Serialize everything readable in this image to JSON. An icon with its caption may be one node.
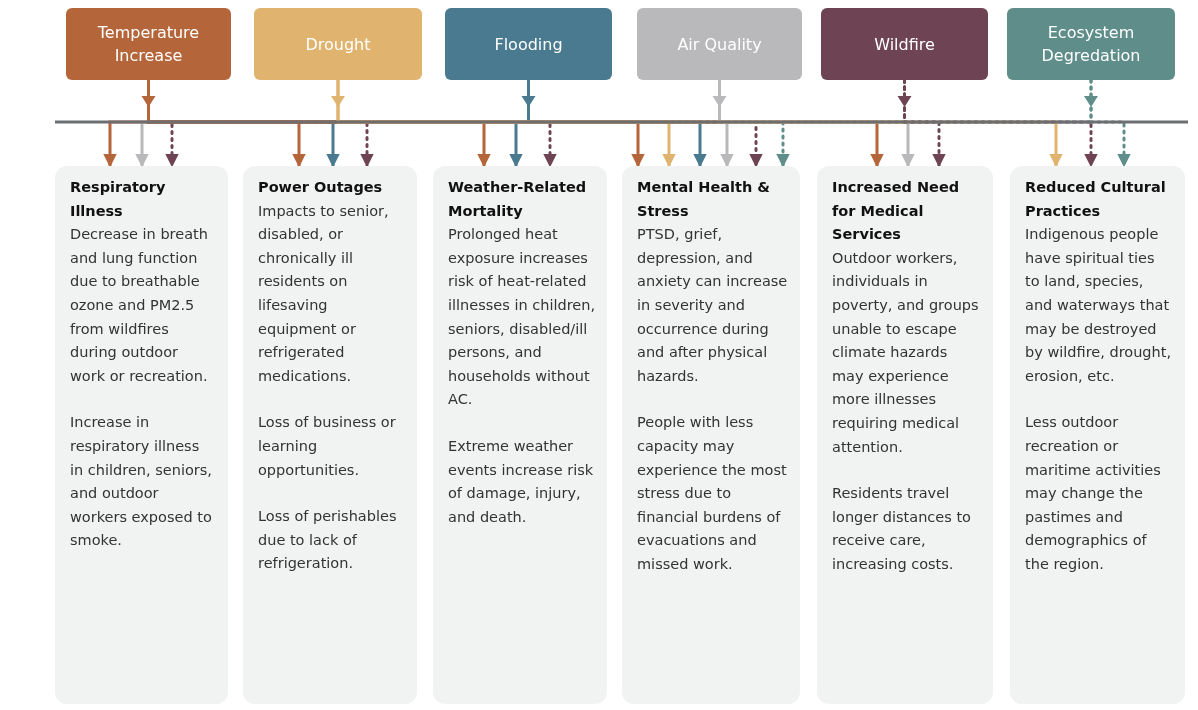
{
  "diagram": {
    "nodes": [
      {
        "text": [
          "Temperature Increase"
        ]
      },
      {
        "text": [
          "Drought"
        ]
      },
      {
        "text": [
          "Flooding"
        ]
      },
      {
        "text": [
          "Air Quality"
        ]
      },
      {
        "text": [
          "Wildfire"
        ]
      },
      {
        "text": [
          "Ecosystem Degredation"
        ]
      },
      {
        "text": [
          "Respiratory Illness",
          "Decrease in breath and lung function due to breathable ozone and PM2.5 from wildfires during outdoor work or recreation.",
          "Increase in respiratory illness in children, seniors, and outdoor workers exposed to smoke."
        ]
      },
      {
        "text": [
          "Power Outages",
          "Impacts to senior, disabled, or chronically ill residents on lifesaving equipment or refrigerated medications.",
          "Loss of business or learning opportunities.",
          "Loss of perishables due to lack of refrigeration."
        ]
      },
      {
        "text": [
          "Weather-Related Mortality",
          "Prolonged heat exposure increases risk of heat-related illnesses in children, seniors, disabled/ill persons, and households without AC.",
          "Extreme weather events increase risk of damage, injury, and death."
        ]
      },
      {
        "text": [
          "Mental Health & Stress",
          "PTSD, grief, depression, and anxiety can increase in severity and occurrence during and after physical hazards.",
          "People with less capacity may experience the most stress due to financial burdens of evacuations and missed work."
        ]
      },
      {
        "text": [
          "Increased Need for Medical Services",
          "Outdoor workers, individuals in poverty, and groups unable to escape climate hazards may experience more illnesses requiring medical attention.",
          "Residents travel longer distances to receive care, increasing costs."
        ]
      },
      {
        "text": [
          "Reduced Cultural Practices",
          "Indigenous people have spiritual ties to land, species, and waterways that may be destroyed by wildfire, drought, erosion, etc.",
          "Less outdoor recreation or maritime activities may change the pastimes and demographics of the region."
        ]
      }
    ],
    "edges": [
      {
        "from": 0,
        "to": 6,
        "arrow": "to",
        "color": "#b5653a"
      },
      {
        "from": 3,
        "to": 6,
        "arrow": "to",
        "color": "#b9b9bb"
      },
      {
        "from": 4,
        "to": 6,
        "arrow": "to",
        "color": "#6e4454",
        "style": "dashed"
      },
      {
        "from": 0,
        "to": 7,
        "arrow": "to",
        "color": "#b5653a"
      },
      {
        "from": 2,
        "to": 7,
        "arrow": "to",
        "color": "#4a7a8f"
      },
      {
        "from": 4,
        "to": 7,
        "arrow": "to",
        "color": "#6e4454",
        "style": "dashed"
      },
      {
        "from": 0,
        "to": 8,
        "arrow": "to",
        "color": "#b5653a"
      },
      {
        "from": 2,
        "to": 8,
        "arrow": "to",
        "color": "#4a7a8f"
      },
      {
        "from": 4,
        "to": 8,
        "arrow": "to",
        "color": "#6e4454",
        "style": "dashed"
      },
      {
        "from": 0,
        "to": 9,
        "arrow": "to",
        "color": "#b5653a"
      },
      {
        "from": 1,
        "to": 9,
        "arrow": "to",
        "color": "#e0b46e"
      },
      {
        "from": 2,
        "to": 9,
        "arrow": "to",
        "color": "#4a7a8f"
      },
      {
        "from": 3,
        "to": 9,
        "arrow": "to",
        "color": "#b9b9bb"
      },
      {
        "from": 4,
        "to": 9,
        "arrow": "to",
        "color": "#6e4454",
        "style": "dashed"
      },
      {
        "from": 5,
        "to": 9,
        "arrow": "to",
        "color": "#5e8d8a",
        "style": "dashed"
      },
      {
        "from": 0,
        "to": 10,
        "arrow": "to",
        "color": "#b5653a"
      },
      {
        "from": 3,
        "to": 10,
        "arrow": "to",
        "color": "#b9b9bb"
      },
      {
        "from": 4,
        "to": 10,
        "arrow": "to",
        "color": "#6e4454",
        "style": "dashed"
      },
      {
        "from": 1,
        "to": 11,
        "arrow": "to",
        "color": "#e0b46e"
      },
      {
        "from": 4,
        "to": 11,
        "arrow": "to",
        "color": "#6e4454",
        "style": "dashed"
      },
      {
        "from": 5,
        "to": 11,
        "arrow": "to",
        "color": "#5e8d8a",
        "style": "dashed"
      }
    ]
  }
}
